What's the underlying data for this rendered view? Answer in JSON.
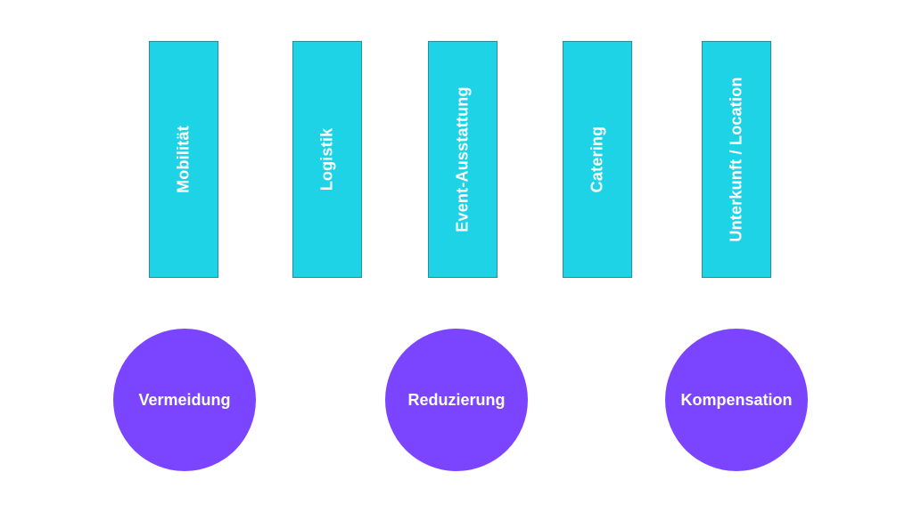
{
  "pillars": [
    {
      "label": "Mobilität"
    },
    {
      "label": "Logistik"
    },
    {
      "label": "Event-Ausstattung"
    },
    {
      "label": "Catering"
    },
    {
      "label": "Unterkunft / Location"
    }
  ],
  "strategies": [
    {
      "label": "Vermeidung"
    },
    {
      "label": "Reduzierung"
    },
    {
      "label": "Kompensation"
    }
  ],
  "colors": {
    "pillar": "#1fd3e6",
    "strategy": "#7b45ff",
    "text": "#ffffff"
  }
}
